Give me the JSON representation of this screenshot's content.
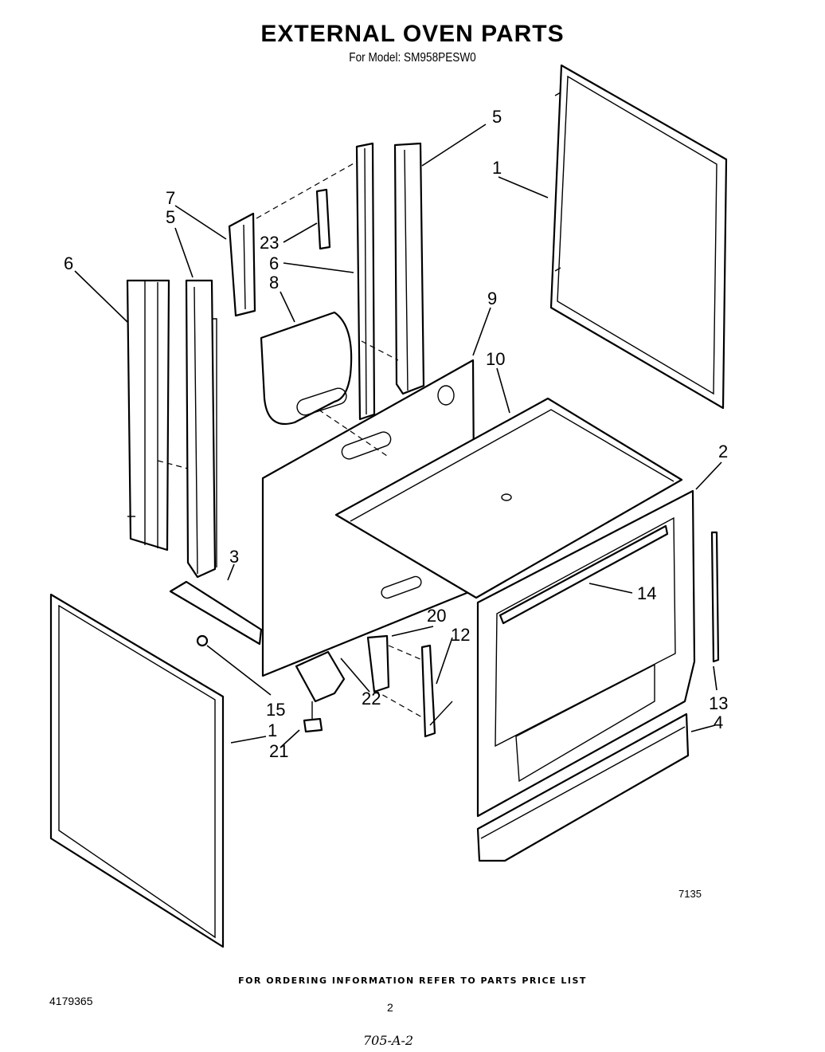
{
  "title": "EXTERNAL OVEN PARTS",
  "subtitle": "For Model: SM958PESW0",
  "footer_note": "FOR ORDERING INFORMATION REFER TO PARTS PRICE LIST",
  "document_number": "4179365",
  "page_number": "2",
  "figure_code": "7135",
  "handwritten_note": "705-A-2",
  "callouts": [
    {
      "id": "c5-top",
      "label": "5"
    },
    {
      "id": "c1-top",
      "label": "1"
    },
    {
      "id": "c7",
      "label": "7"
    },
    {
      "id": "c5-left",
      "label": "5"
    },
    {
      "id": "c23",
      "label": "23"
    },
    {
      "id": "c6-left",
      "label": "6"
    },
    {
      "id": "c6-mid",
      "label": "6"
    },
    {
      "id": "c8",
      "label": "8"
    },
    {
      "id": "c9",
      "label": "9"
    },
    {
      "id": "c10",
      "label": "10"
    },
    {
      "id": "c2",
      "label": "2"
    },
    {
      "id": "c3",
      "label": "3"
    },
    {
      "id": "c14",
      "label": "14"
    },
    {
      "id": "c20",
      "label": "20"
    },
    {
      "id": "c12",
      "label": "12"
    },
    {
      "id": "c15",
      "label": "15"
    },
    {
      "id": "c22",
      "label": "22"
    },
    {
      "id": "c13",
      "label": "13"
    },
    {
      "id": "c4",
      "label": "4"
    },
    {
      "id": "c1-bottom",
      "label": "1"
    },
    {
      "id": "c21",
      "label": "21"
    }
  ]
}
